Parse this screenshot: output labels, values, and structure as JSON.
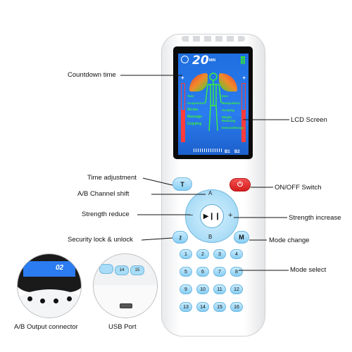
{
  "labels": {
    "countdown": "Countdown time",
    "lcd_screen": "LCD Screen",
    "time_adjust": "Time adjustment",
    "ab_shift": "A/B Channel shift",
    "strength_reduce": "Strength reduce",
    "on_off": "ON/OFF Switch",
    "strength_increase": "Strength increase",
    "security_lock": "Security lock & unlock",
    "mode_change": "Mode change",
    "mode_select": "Mode select",
    "ab_output": "A/B Output connector",
    "usb_port": "USB Port"
  },
  "lcd": {
    "time": "20",
    "unit": "MIN",
    "modes_left": [
      "Tens",
      "Acupuncture",
      "Stroke",
      "Massage",
      "Cupping"
    ],
    "modes_right": [
      "Ems",
      "Manipulation",
      "Scraping",
      "Weight Reducing",
      "Immunotherapy"
    ],
    "channel_b1": "B1",
    "channel_b2": "B2"
  },
  "buttons": {
    "ring_top": "A",
    "ring_bottom": "B",
    "ring_left": "−",
    "ring_right": "+",
    "play_pause": "▶❙❙",
    "time": "T",
    "mode": "M",
    "numbers": [
      "1",
      "2",
      "3",
      "4",
      "5",
      "6",
      "7",
      "8",
      "9",
      "10",
      "11",
      "12",
      "13",
      "14",
      "15",
      "16"
    ]
  },
  "insets": {
    "left_time": "02",
    "right_keys": [
      "14",
      "15"
    ]
  },
  "colors": {
    "lcd_blue": "#2b7cf0",
    "button_blue": "#86cdf3",
    "power_red": "#e02a2a",
    "lcd_green": "#3df03a"
  }
}
